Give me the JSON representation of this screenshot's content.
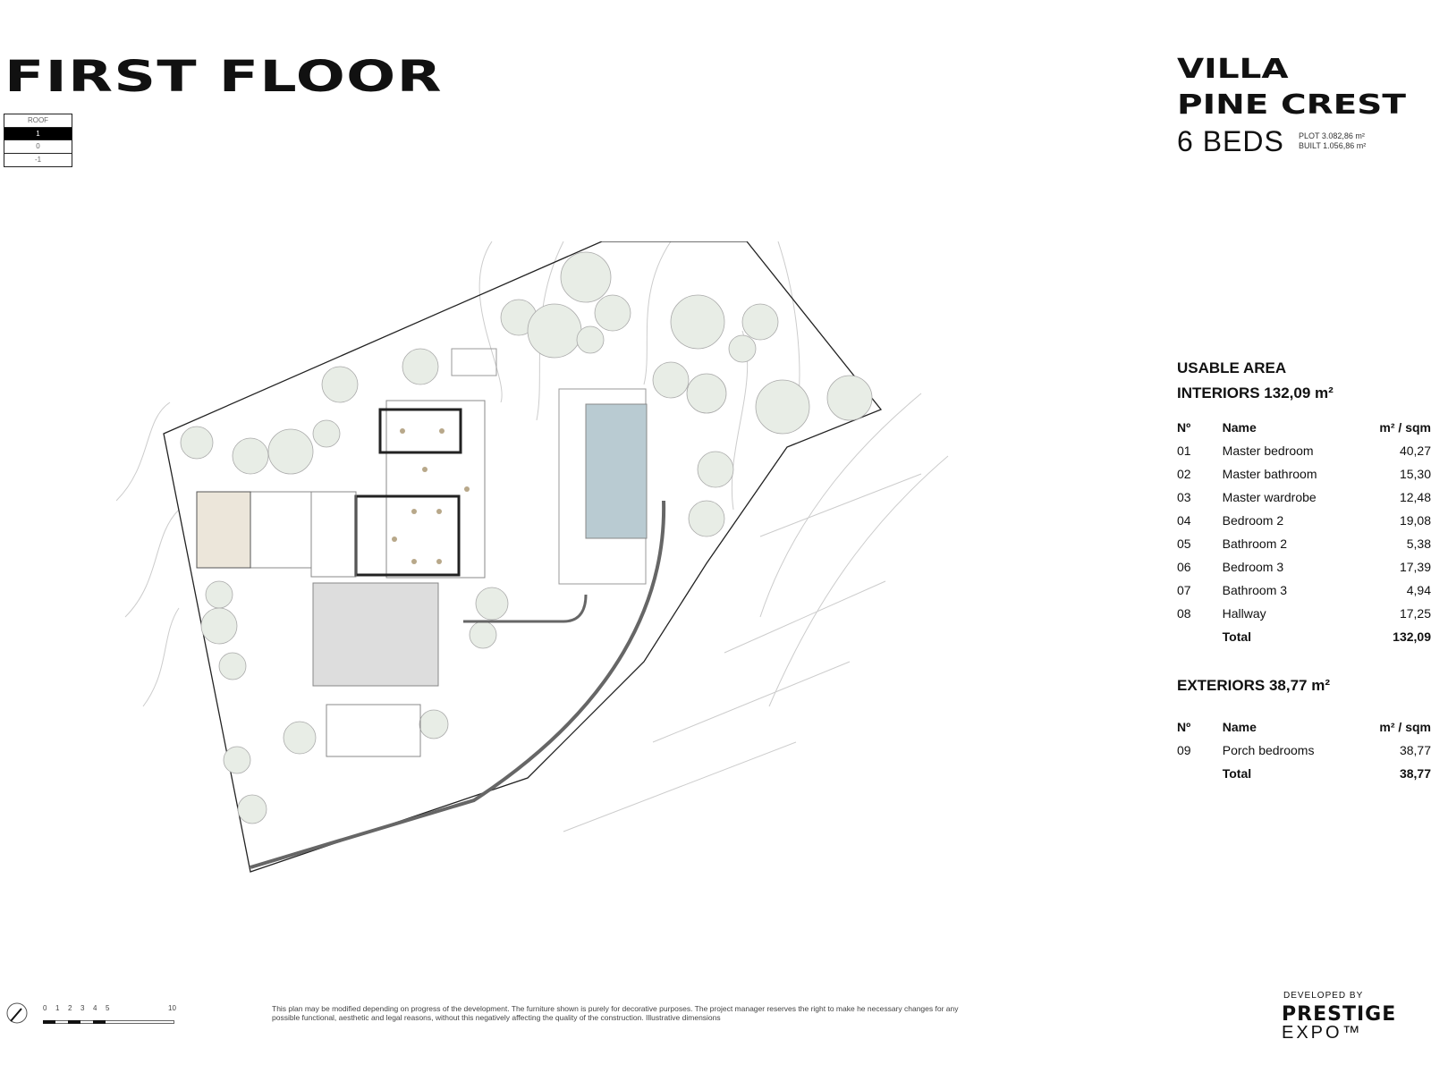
{
  "header": {
    "title": "FIRST FLOOR",
    "levels": [
      "ROOF",
      "1",
      "0",
      "-1"
    ],
    "active_level": "1"
  },
  "property": {
    "name_line1": "VILLA",
    "name_line2": "PINE CREST",
    "beds": "6 BEDS",
    "plot": "PLOT 3.082,86 m²",
    "built": "BUILT 1.056,86 m²"
  },
  "usable": {
    "title": "USABLE AREA",
    "interiors": {
      "title": "INTERIORS 132,09 m²",
      "headers": [
        "Nº",
        "Name",
        "m² / sqm"
      ],
      "rows": [
        [
          "01",
          "Master bedroom",
          "40,27"
        ],
        [
          "02",
          "Master bathroom",
          "15,30"
        ],
        [
          "03",
          "Master wardrobe",
          "12,48"
        ],
        [
          "04",
          "Bedroom 2",
          "19,08"
        ],
        [
          "05",
          "Bathroom 2",
          "5,38"
        ],
        [
          "06",
          "Bedroom 3",
          "17,39"
        ],
        [
          "07",
          "Bathroom 3",
          "4,94"
        ],
        [
          "08",
          "Hallway",
          "17,25"
        ]
      ],
      "total_label": "Total",
      "total": "132,09"
    },
    "exteriors": {
      "title": "EXTERIORS 38,77 m²",
      "headers": [
        "Nº",
        "Name",
        "m² / sqm"
      ],
      "rows": [
        [
          "09",
          "Porch bedrooms",
          "38,77"
        ]
      ],
      "total_label": "Total",
      "total": "38,77"
    }
  },
  "scale": {
    "labels": [
      "0",
      "1",
      "2",
      "3",
      "4",
      "5",
      "10"
    ]
  },
  "footer": {
    "note": "This plan may be modified depending on progress of the development. The furniture shown is purely for decorative purposes. The project manager reserves the right to make he necessary changes for any possible functional, aesthetic and legal reasons, without this negatively affecting the quality of the construction. Illustrative dimensions",
    "developed_by": "DEVELOPED BY",
    "logo_line1": "PRESTIGE",
    "logo_line2": "EXPO™"
  }
}
